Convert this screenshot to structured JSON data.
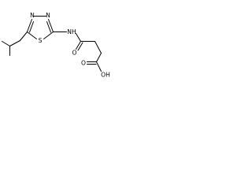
{
  "molecule": {
    "atoms": {
      "ring_n1": "N",
      "ring_n2": "N",
      "ring_s": "S",
      "amide_nh": "NH",
      "amide_o": "O",
      "acid_o": "O",
      "acid_oh": "OH"
    }
  }
}
